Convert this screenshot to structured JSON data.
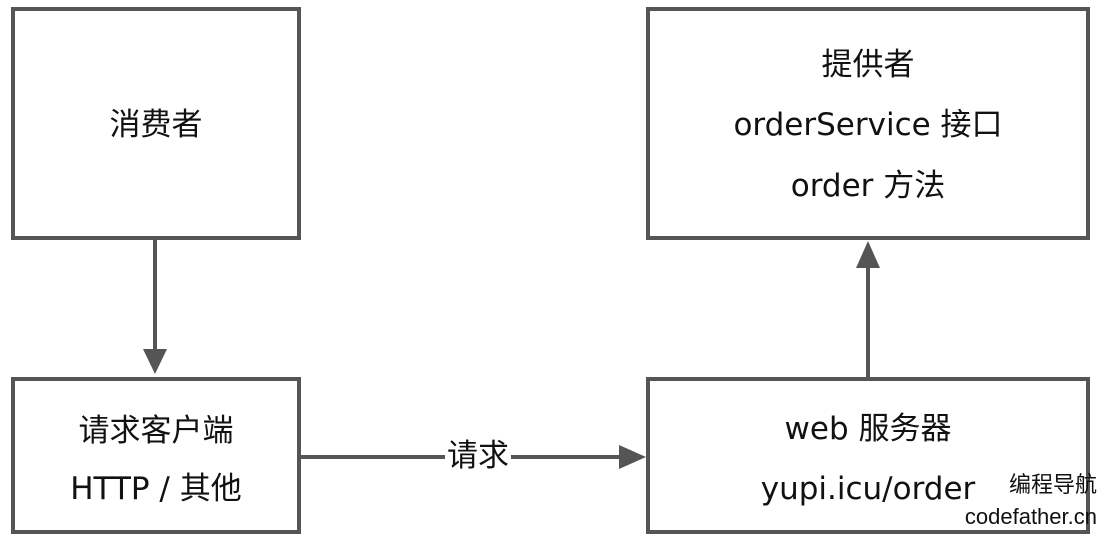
{
  "nodes": {
    "consumer": {
      "lines": [
        "消费者"
      ]
    },
    "client": {
      "lines": [
        "请求客户端",
        "HTTP / 其他"
      ]
    },
    "web_server": {
      "lines": [
        "web 服务器",
        "yupi.icu/order"
      ]
    },
    "provider": {
      "lines": [
        "提供者",
        "orderService 接口",
        "order 方法"
      ]
    }
  },
  "edges": {
    "request_label": "请求"
  },
  "watermark": {
    "line1": "编程导航",
    "line2": "codefather.cn"
  },
  "colors": {
    "stroke": "#555555",
    "text": "#111111",
    "background": "#ffffff"
  }
}
